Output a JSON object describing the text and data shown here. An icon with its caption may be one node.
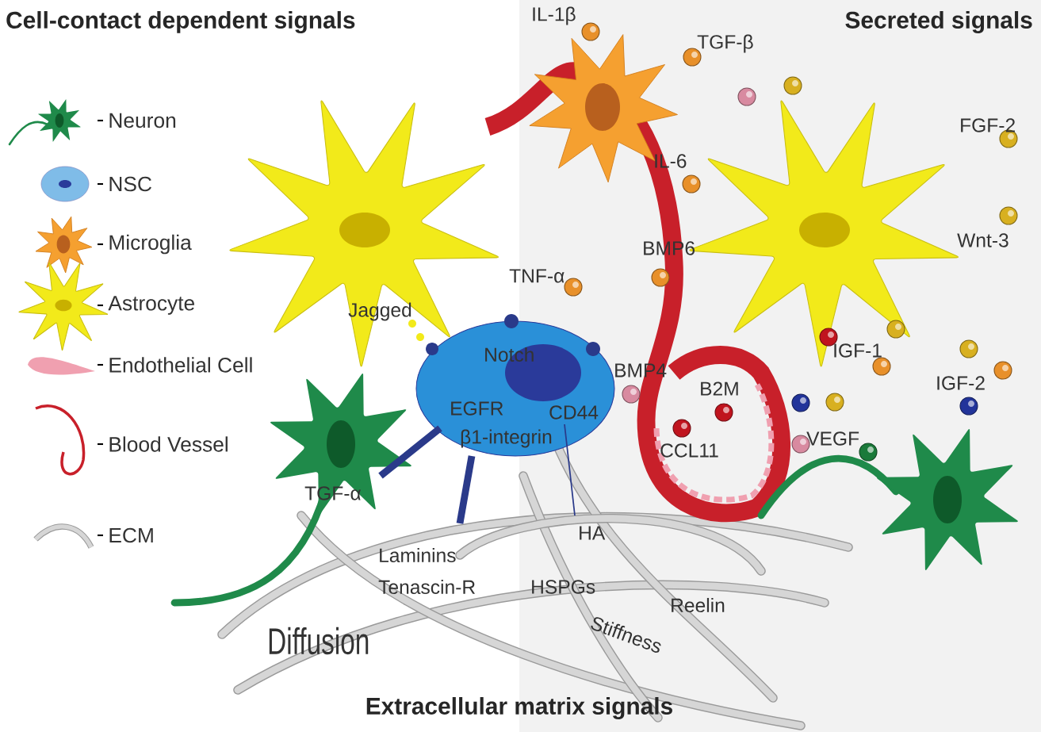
{
  "diagram": {
    "labels": [
      "Cell-contact dependent signals",
      "IL-1β",
      "Secreted signals",
      "TGF-β",
      "FGF-2",
      "IL-6",
      "Wnt-3",
      "BMP6",
      "TNF-α",
      "Jagged",
      "IGF-1",
      "Notch",
      "BMP4",
      "IGF-2",
      "B2M",
      "EGFR",
      "CD44",
      "VEGF",
      "β1-integrin",
      "CCL11",
      "TGF-α",
      "HA",
      "Laminins",
      "HSPGs",
      "Tenascin-R",
      "Reelin",
      "Stiffness",
      "Diffusion",
      "Extracellular matrix signals"
    ],
    "legend": [
      {
        "text": "Neuron"
      },
      {
        "text": "NSC"
      },
      {
        "text": "Microglia"
      },
      {
        "text": "Astrocyte"
      },
      {
        "text": "Endothelial Cell"
      },
      {
        "text": "Blood Vessel"
      },
      {
        "text": "ECM"
      }
    ]
  }
}
